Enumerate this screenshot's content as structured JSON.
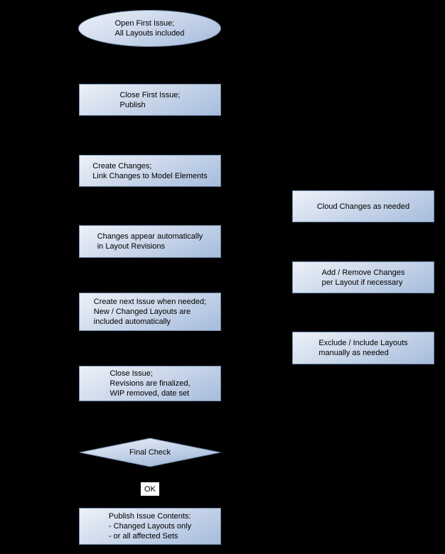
{
  "diagram": {
    "title": "Issue / Layout publishing workflow flowchart",
    "colors": {
      "background": "#000000",
      "node_fill_light": "#edf1f8",
      "node_fill_dark": "#a6bcdc",
      "node_border": "#6e87a8",
      "text": "#000000",
      "ok_background": "#ffffff"
    },
    "nodes": {
      "open_first_issue": {
        "shape": "ellipse",
        "label": "Open First Issue;\nAll Layouts included"
      },
      "close_first_issue": {
        "shape": "rect",
        "label": "Close First Issue;\nPublish"
      },
      "create_changes": {
        "shape": "rect",
        "label": "Create Changes;\nLink Changes to Model Elements"
      },
      "changes_appear": {
        "shape": "rect",
        "label": "Changes appear automatically\nin Layout Revisions"
      },
      "create_next_issue": {
        "shape": "rect",
        "label": "Create next Issue when needed;\nNew / Changed Layouts are\nincluded automatically"
      },
      "close_issue": {
        "shape": "rect",
        "label": "Close Issue;\nRevisions are finalized,\nWIP removed, date set"
      },
      "final_check": {
        "shape": "diamond",
        "label": "Final Check"
      },
      "ok_edge_label": {
        "label": "OK"
      },
      "publish_issue_contents": {
        "shape": "rect",
        "label": "Publish Issue Contents:\n- Changed Layouts only\n- or all affected Sets"
      },
      "cloud_changes": {
        "shape": "rect",
        "label": "Cloud Changes as needed"
      },
      "add_remove_changes": {
        "shape": "rect",
        "label": "Add / Remove Changes\nper Layout if necessary"
      },
      "exclude_include_layouts": {
        "shape": "rect",
        "label": "Exclude / Include Layouts\nmanually as needed"
      }
    }
  }
}
